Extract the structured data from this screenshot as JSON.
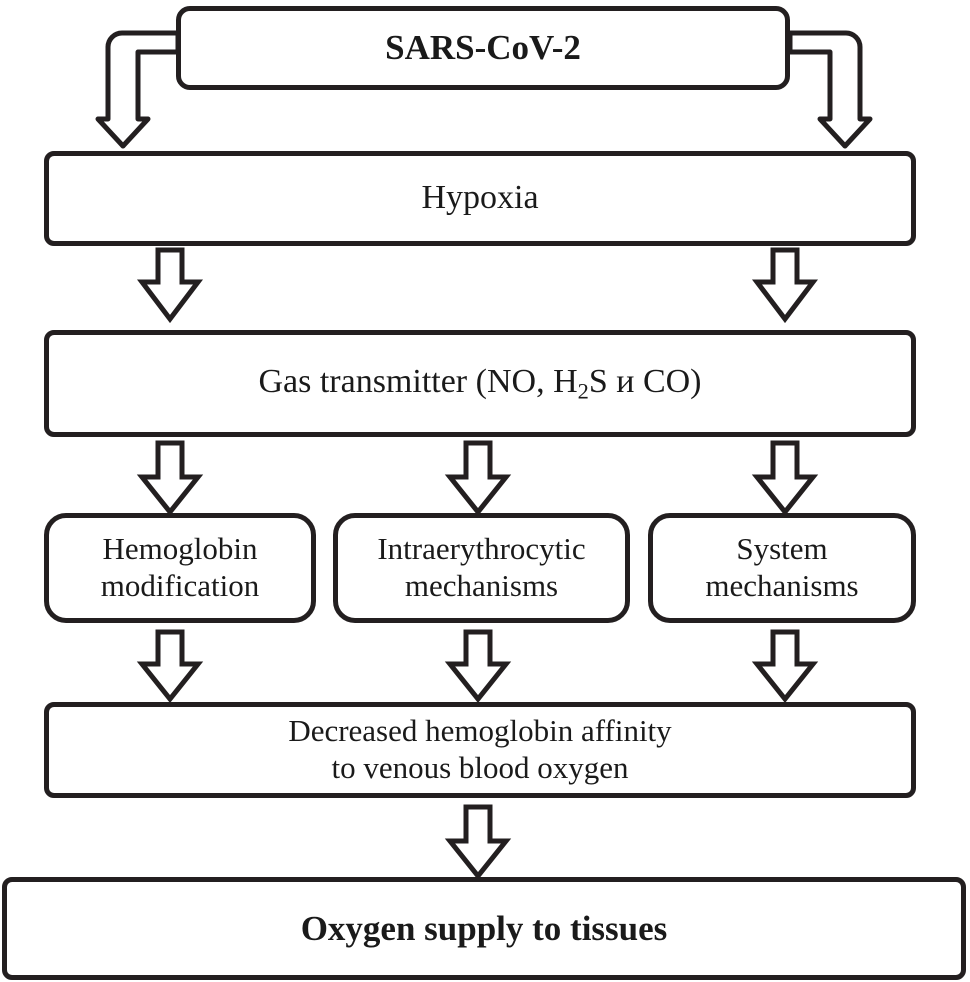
{
  "diagram": {
    "title_node": "SARS-CoV-2",
    "nodes": {
      "sars": {
        "label": "SARS-CoV-2",
        "bold": true
      },
      "hypoxia": {
        "label": "Hypoxia",
        "bold": false
      },
      "gas_transmitter": {
        "label_before": "Gas transmitter (NO, H",
        "label_sub": "2",
        "label_after": "S и CO)",
        "full": "Gas transmitter (NO, H2S и CO)",
        "bold": false
      },
      "hemoglobin_modification": {
        "line1": "Hemoglobin",
        "line2": "modification",
        "bold": false
      },
      "intraerythrocytic_mechanisms": {
        "line1": "Intraerythrocytic",
        "line2": "mechanisms",
        "bold": false
      },
      "system_mechanisms": {
        "line1": "System",
        "line2": "mechanisms",
        "bold": false
      },
      "decreased_affinity": {
        "line1": "Decreased hemoglobin affinity",
        "line2": "to venous blood oxygen",
        "bold": false
      },
      "oxygen_supply": {
        "label": "Oxygen supply to tissues",
        "bold": true
      }
    },
    "colors": {
      "stroke": "#231f20",
      "fill": "#ffffff",
      "text": "#1a1a1a"
    },
    "connectors": [
      {
        "name": "sars-to-hypoxia-left",
        "kind": "elbow-block-arrow",
        "direction": "down"
      },
      {
        "name": "sars-to-hypoxia-right",
        "kind": "elbow-block-arrow",
        "direction": "down"
      },
      {
        "name": "hypoxia-to-gas-left",
        "kind": "block-arrow",
        "direction": "down"
      },
      {
        "name": "hypoxia-to-gas-right",
        "kind": "block-arrow",
        "direction": "down"
      },
      {
        "name": "gas-to-hemoglobin",
        "kind": "block-arrow",
        "direction": "down"
      },
      {
        "name": "gas-to-intraerythrocytic",
        "kind": "block-arrow",
        "direction": "down"
      },
      {
        "name": "gas-to-system",
        "kind": "block-arrow",
        "direction": "down"
      },
      {
        "name": "hemoglobin-to-decreased",
        "kind": "block-arrow",
        "direction": "down"
      },
      {
        "name": "intraerythrocytic-to-decreased",
        "kind": "block-arrow",
        "direction": "down"
      },
      {
        "name": "system-to-decreased",
        "kind": "block-arrow",
        "direction": "down"
      },
      {
        "name": "decreased-to-oxygen",
        "kind": "block-arrow",
        "direction": "down"
      }
    ]
  }
}
